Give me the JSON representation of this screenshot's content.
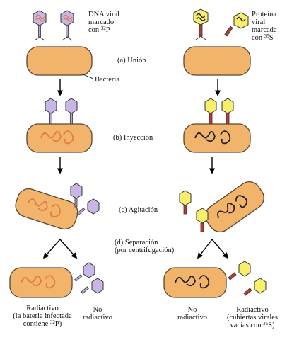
{
  "labels": {
    "left_marker_line1": "DNA viral",
    "left_marker_line2": "marcado",
    "left_marker_line3": "con",
    "left_isotope_mass": "32",
    "left_isotope": "P",
    "right_marker_line1": "Proteína",
    "right_marker_line2": "viral",
    "right_marker_line3": "marcada",
    "right_marker_line4": "con",
    "right_isotope_mass": "35",
    "right_isotope": "S",
    "bacteria": "Bacteria",
    "step_a": "(a) Unión",
    "step_b": "(b) Inyección",
    "step_c": "(c) Agitación",
    "step_d_line1": "(d) Separación",
    "step_d_line2": "(por centrifugación)",
    "left_pellet_line1": "Radiactivo",
    "left_pellet_line2": "(la bateria infectada",
    "left_pellet_line3": "contiene",
    "left_pellet_line3_end": "P)",
    "left_supernatant_line1": "No",
    "left_supernatant_line2": "radiactivo",
    "right_pellet_line1": "No",
    "right_pellet_line2": "radiactivo",
    "right_supernatant_line1": "Radiactivo",
    "right_supernatant_line2": "(cubiertas virales",
    "right_supernatant_line3": "vacías con",
    "right_supernatant_line3_end": "S)"
  },
  "colors": {
    "bacterium_fill": "#f2b36b",
    "bacterium_stroke": "#5a4530",
    "left_phage_head": "#c8b6e6",
    "left_phage_dna": "#e07b4a",
    "right_phage_head": "#f7ee6a",
    "right_phage_tail": "#c0392b",
    "phage_stroke": "#333333"
  }
}
